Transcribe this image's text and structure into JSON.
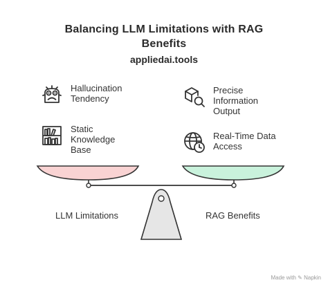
{
  "title": {
    "line1": "Balancing LLM Limitations with RAG",
    "line2": "Benefits"
  },
  "subtitle": "appliedai.tools",
  "left_items": [
    {
      "icon": "hallucination-monster-icon",
      "lines": [
        "Hallucination",
        "Tendency"
      ]
    },
    {
      "icon": "bookshelf-icon",
      "lines": [
        "Static",
        "Knowledge",
        "Base"
      ]
    }
  ],
  "right_items": [
    {
      "icon": "cube-magnifier-icon",
      "lines": [
        "Precise",
        "Information",
        "Output"
      ]
    },
    {
      "icon": "globe-clock-icon",
      "lines": [
        "Real-Time Data",
        "Access"
      ]
    }
  ],
  "scale": {
    "left_label": "LLM Limitations",
    "right_label": "RAG Benefits",
    "left_pan_color": "#f9d3d3",
    "right_pan_color": "#c9f2dc",
    "stand_color": "#e6e6e6"
  },
  "footer": "Made with ✎ Napkin"
}
